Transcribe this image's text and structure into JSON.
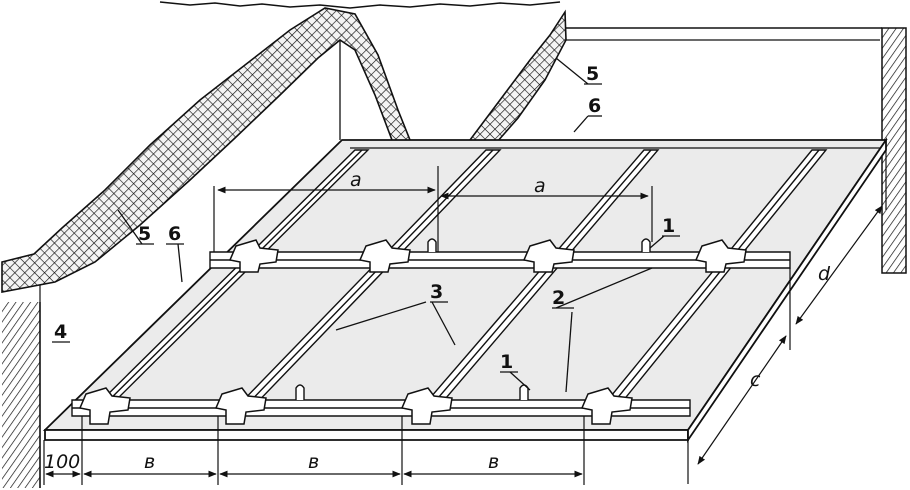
{
  "labels": {
    "profile_main": "1",
    "profile_lower": "1",
    "guide_profile": "2",
    "ceiling_profile": "3",
    "wall": "4",
    "insulation_left": "5",
    "insulation_right": "5",
    "vapor_barrier_left": "6",
    "vapor_barrier_right": "6"
  },
  "dimensions": {
    "spacing_a_left": "a",
    "spacing_a_right": "a",
    "offset_wall": "100",
    "spacing_b_1": "в",
    "spacing_b_2": "в",
    "spacing_b_3": "в",
    "depth_c": "c",
    "depth_d": "d"
  }
}
